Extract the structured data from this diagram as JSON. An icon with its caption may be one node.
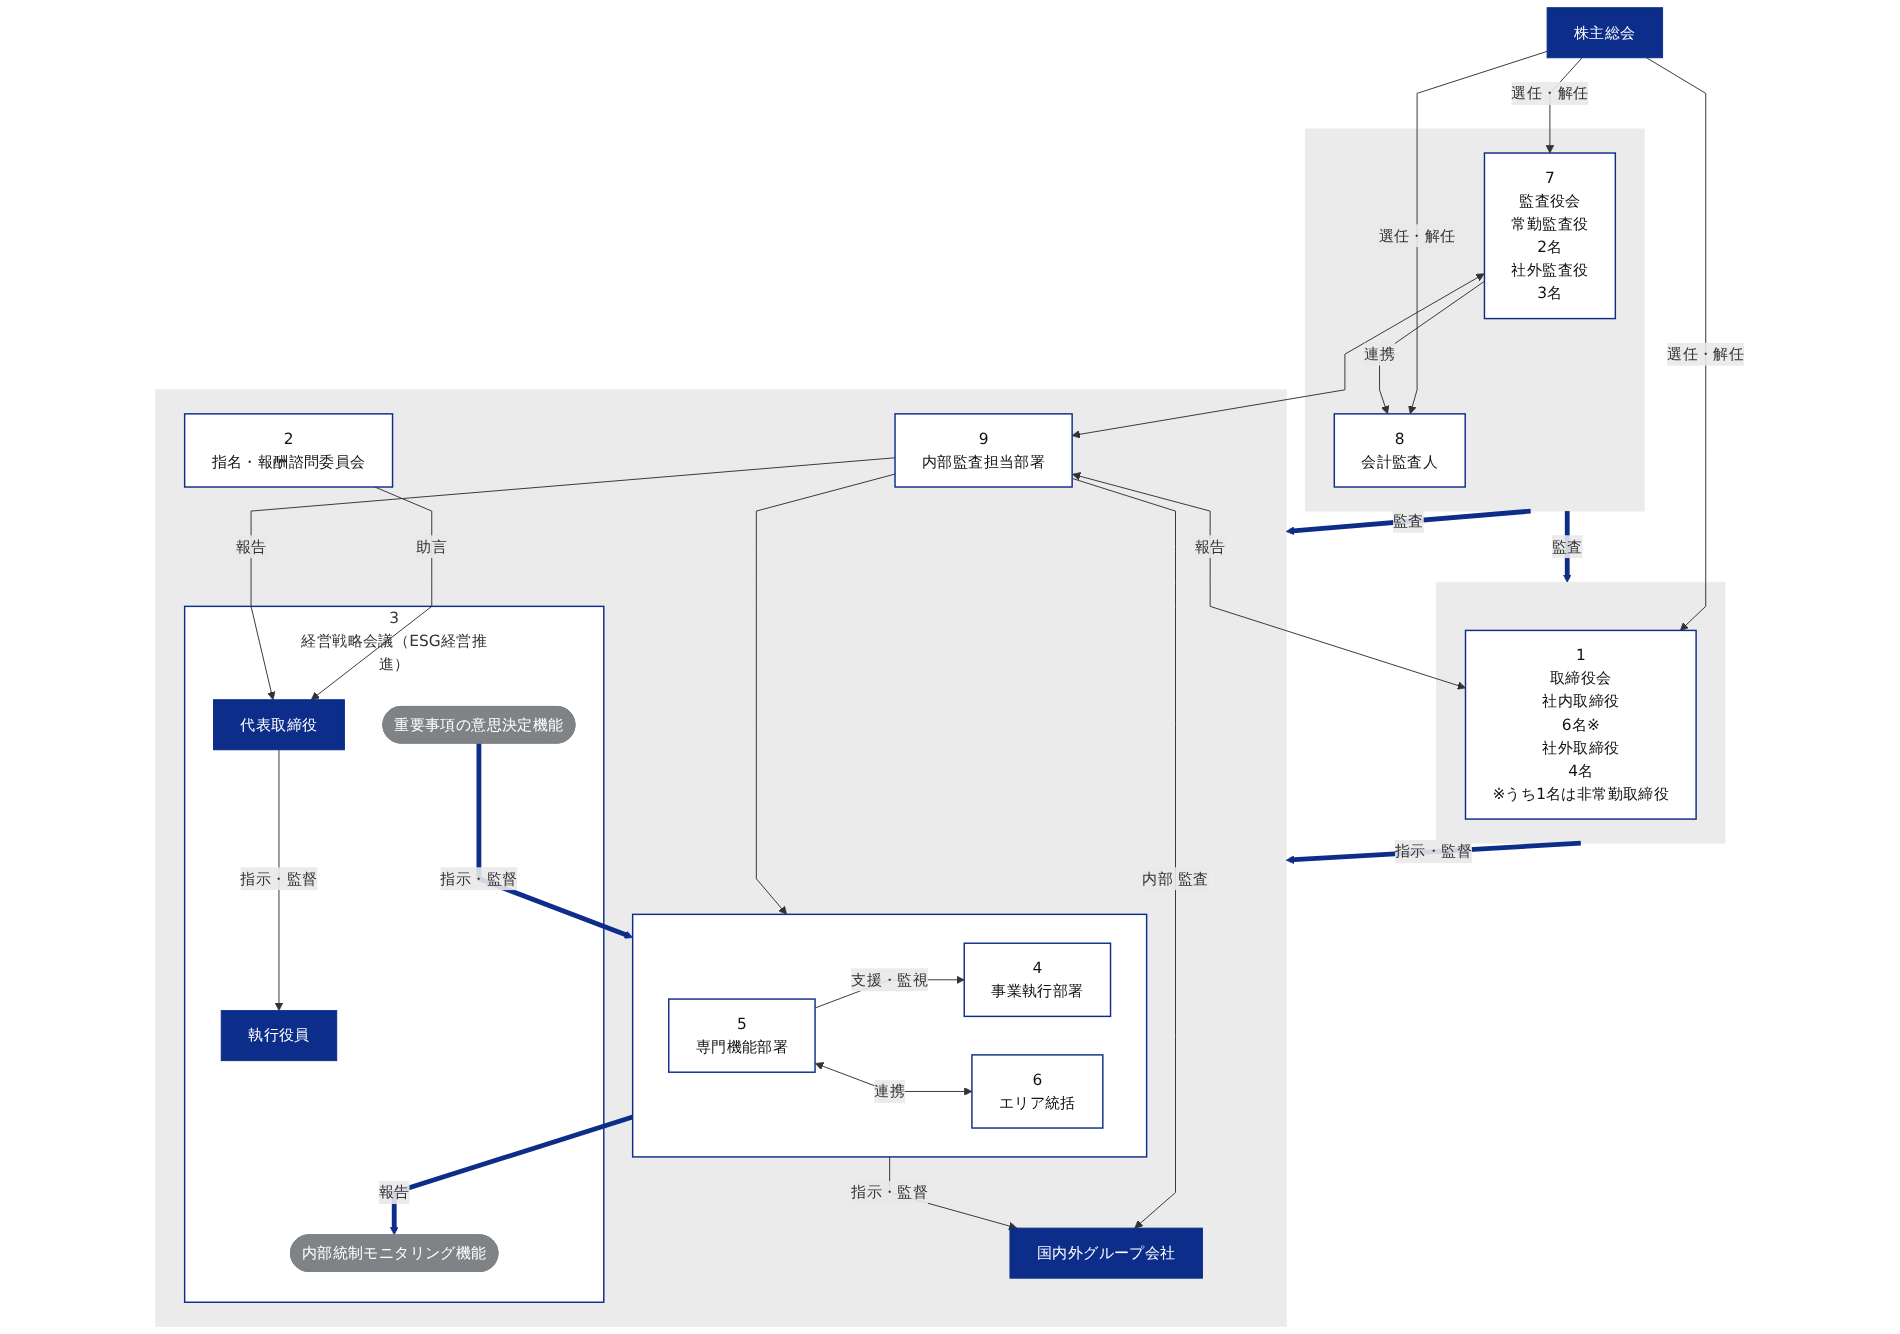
{
  "diagram": {
    "nodes": [
      {
        "text": [
          "株主総会"
        ]
      },
      {
        "text": [],
        "shape": "box"
      },
      {
        "text": [
          "1",
          "取締役会",
          "社内取締役",
          "6名※",
          "社外取締役",
          "4名",
          "※うち1名は非常勤取締役"
        ],
        "in": 1
      },
      {
        "text": [],
        "shape": "box"
      },
      {
        "text": [
          "7",
          "監査役会",
          "常勤監査役",
          "2名",
          "社外監査役",
          "3名"
        ],
        "in": 3
      },
      {
        "text": [
          "8",
          "会計監査人"
        ],
        "in": 3
      },
      {
        "text": [],
        "shape": "box"
      },
      {
        "text": [
          "2",
          "指名・報酬諮問委員会"
        ],
        "in": 6
      },
      {
        "text": [
          "3",
          "経営戦略会議（ESG経営推進）"
        ],
        "in": 6
      },
      {
        "text": [
          "代表取締役"
        ],
        "in": 8
      },
      {
        "text": [
          "執行役員"
        ],
        "in": 8
      },
      {
        "text": [
          "重要事項の意思決定機能"
        ],
        "in": 8
      },
      {
        "text": [
          "内部統制モニタリング機能"
        ],
        "in": 8
      },
      {
        "text": [
          "9",
          "内部監査担当部署"
        ],
        "in": 6
      },
      {
        "text": [],
        "shape": "box",
        "in": 6
      },
      {
        "text": [
          "4",
          "事業執行部署"
        ],
        "in": 14
      },
      {
        "text": [
          "5",
          "専門機能部署"
        ],
        "in": 14
      },
      {
        "text": [
          "6",
          "エリア統括"
        ],
        "in": 14
      },
      {
        "text": [
          "国内外グループ会社"
        ],
        "in": 6
      }
    ],
    "edges": [
      {
        "from": 0,
        "to": 2,
        "arrow": "to",
        "label": "選任・解任"
      },
      {
        "from": 0,
        "to": 4,
        "arrow": "to",
        "label": "選任・解任"
      },
      {
        "from": 0,
        "to": 5,
        "arrow": "to",
        "label": "選任・解任"
      },
      {
        "from": 3,
        "to": 1,
        "arrow": "to",
        "label": "監査",
        "style": "thick",
        "color": "#0d2d8a"
      },
      {
        "from": 1,
        "to": 6,
        "arrow": "to",
        "label": "指示・監督",
        "style": "thick",
        "color": "#0d2d8a"
      },
      {
        "from": 3,
        "to": 6,
        "arrow": "to",
        "label": "監査",
        "style": "thick",
        "color": "#0d2d8a"
      },
      {
        "from": 4,
        "to": 5,
        "arrow": "to",
        "label": "連携"
      },
      {
        "from": 13,
        "to": 2,
        "arrow": "both",
        "label": "報告"
      },
      {
        "from": 4,
        "to": 13,
        "arrow": "both"
      },
      {
        "from": 7,
        "to": 9,
        "arrow": "to",
        "label": "助言"
      },
      {
        "from": 13,
        "to": 9,
        "arrow": "to",
        "label": "報告"
      },
      {
        "from": 9,
        "to": 10,
        "arrow": "to",
        "label": "指示・監督"
      },
      {
        "from": 11,
        "to": 14,
        "arrow": "to",
        "label": "指示・監督",
        "style": "thick",
        "color": "#0d2d8a"
      },
      {
        "from": 14,
        "to": 12,
        "arrow": "to",
        "label": "報告",
        "style": "thick",
        "color": "#0d2d8a"
      },
      {
        "from": 16,
        "to": 15,
        "arrow": "to",
        "label": "支援・監視"
      },
      {
        "from": 16,
        "to": 17,
        "arrow": "both",
        "label": "連携"
      },
      {
        "from": 13,
        "to": 14,
        "arrow": "to"
      },
      {
        "from": 14,
        "to": 18,
        "arrow": "to",
        "label": "指示・監督"
      },
      {
        "from": 13,
        "to": 18,
        "arrow": "to",
        "label": "内部 監査"
      }
    ]
  }
}
